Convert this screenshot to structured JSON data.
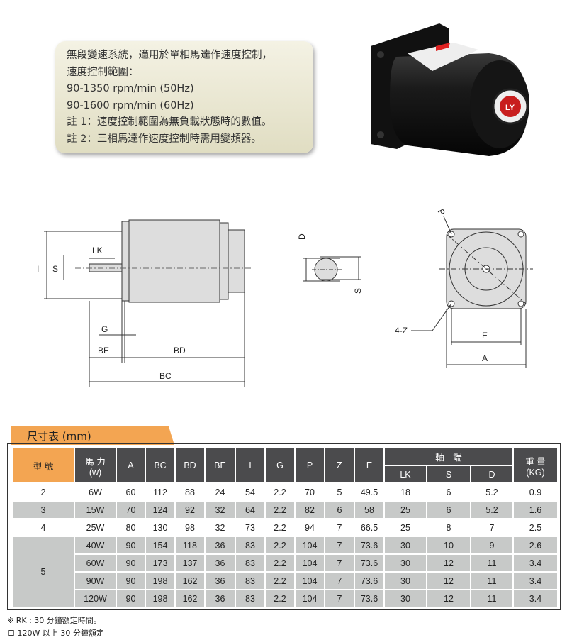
{
  "note": {
    "lines": [
      "無段變速系統，適用於單相馬達作速度控制，",
      "速度控制範圍：",
      "90-1350 rpm/min (50Hz)",
      "90-1600 rpm/min (60Hz)",
      "註 1：速度控制範圍為無負載狀態時的數值。",
      "註 2：三相馬達作速度控制時需用變頻器。"
    ]
  },
  "diagram": {
    "side": {
      "I": "I",
      "S": "S",
      "LK": "LK",
      "G": "G",
      "BE": "BE",
      "BD": "BD",
      "BC": "BC"
    },
    "shaft": {
      "D": "D",
      "S": "S"
    },
    "front": {
      "P": "P",
      "Z": "4-Z",
      "E": "E",
      "A": "A"
    }
  },
  "table": {
    "title": "尺寸表 (mm)",
    "headers": {
      "model": "型 號",
      "power": "馬 力",
      "power_unit": "(w)",
      "cols": [
        "A",
        "BC",
        "BD",
        "BE",
        "I",
        "G",
        "P",
        "Z",
        "E"
      ],
      "shaft": "軸　端",
      "shaft_cols": [
        "LK",
        "S",
        "D"
      ],
      "weight": "重 量",
      "weight_unit": "(KG)"
    },
    "rows": [
      {
        "model": "2",
        "cells": [
          "6W",
          "60",
          "112",
          "88",
          "24",
          "54",
          "2.2",
          "70",
          "5",
          "49.5",
          "18",
          "6",
          "5.2",
          "0.9"
        ]
      },
      {
        "model": "3",
        "cells": [
          "15W",
          "70",
          "124",
          "92",
          "32",
          "64",
          "2.2",
          "82",
          "6",
          "58",
          "25",
          "6",
          "5.2",
          "1.6"
        ]
      },
      {
        "model": "4",
        "cells": [
          "25W",
          "80",
          "130",
          "98",
          "32",
          "73",
          "2.2",
          "94",
          "7",
          "66.5",
          "25",
          "8",
          "7",
          "2.5"
        ]
      },
      {
        "model": "5",
        "cells": [
          "40W",
          "90",
          "154",
          "118",
          "36",
          "83",
          "2.2",
          "104",
          "7",
          "73.6",
          "30",
          "10",
          "9",
          "2.6"
        ]
      },
      {
        "model": "",
        "cells": [
          "60W",
          "90",
          "173",
          "137",
          "36",
          "83",
          "2.2",
          "104",
          "7",
          "73.6",
          "30",
          "12",
          "11",
          "3.4"
        ]
      },
      {
        "model": "",
        "cells": [
          "90W",
          "90",
          "198",
          "162",
          "36",
          "83",
          "2.2",
          "104",
          "7",
          "73.6",
          "30",
          "12",
          "11",
          "3.4"
        ]
      },
      {
        "model": "",
        "cells": [
          "120W",
          "90",
          "198",
          "162",
          "36",
          "83",
          "2.2",
          "104",
          "7",
          "73.6",
          "30",
          "12",
          "11",
          "3.4"
        ]
      }
    ]
  },
  "footnotes": [
    "※ RK : 30 分鐘額定時間。",
    "口 120W 以上 30 分鐘額定"
  ],
  "colors": {
    "orange": "#f3a552",
    "header": "#4b4b4d",
    "row_gray": "#c7c9c8"
  }
}
